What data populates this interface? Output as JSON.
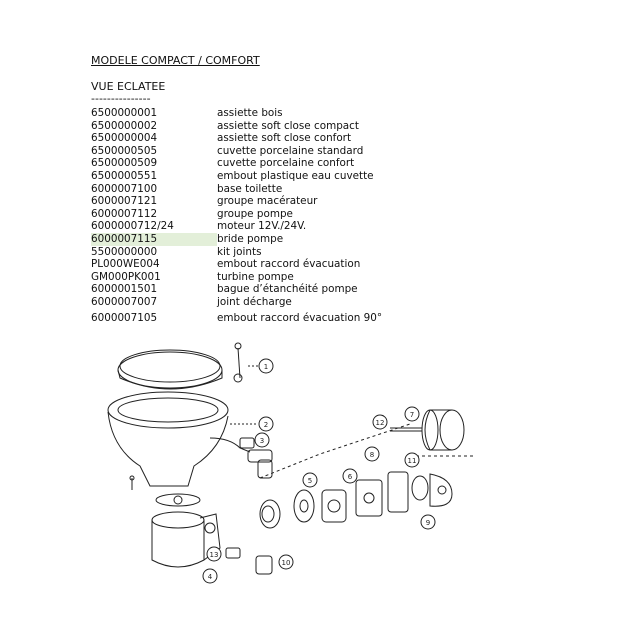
{
  "document": {
    "title": "MODELE COMPACT / COMFORT",
    "subtitle": "VUE ECLATEE",
    "divider": "---------------"
  },
  "parts": [
    {
      "code": "6500000001",
      "name": "assiette bois"
    },
    {
      "code": "6500000002",
      "name": "assiette soft close compact"
    },
    {
      "code": "6500000004",
      "name": "assiette soft close confort"
    },
    {
      "code": "6500000505",
      "name": "cuvette porcelaine standard"
    },
    {
      "code": "6500000509",
      "name": "cuvette porcelaine confort"
    },
    {
      "code": "6500000551",
      "name": "embout plastique eau cuvette"
    },
    {
      "code": "6000007100",
      "name": "base toilette"
    },
    {
      "code": "6000007121",
      "name": "groupe macérateur"
    },
    {
      "code": "6000007112",
      "name": "groupe pompe"
    },
    {
      "code": "6000000712/24",
      "name": "moteur 12V./24V."
    },
    {
      "code": "6000007115",
      "name": "bride pompe"
    },
    {
      "code": "5500000000",
      "name": "kit joints"
    },
    {
      "code": "PL000WE004",
      "name": "embout raccord évacuation"
    },
    {
      "code": "GM000PK001",
      "name": "turbine pompe"
    },
    {
      "code": "6000001501",
      "name": "bague d’étanchéité pompe"
    },
    {
      "code": "6000007007",
      "name": "joint décharge"
    },
    {
      "code": "6000007105",
      "name": "embout raccord évacuation 90°"
    }
  ],
  "diagram": {
    "callouts": [
      "1",
      "2",
      "3",
      "4",
      "5",
      "6",
      "7",
      "8",
      "9",
      "10",
      "11",
      "12",
      "13"
    ]
  }
}
